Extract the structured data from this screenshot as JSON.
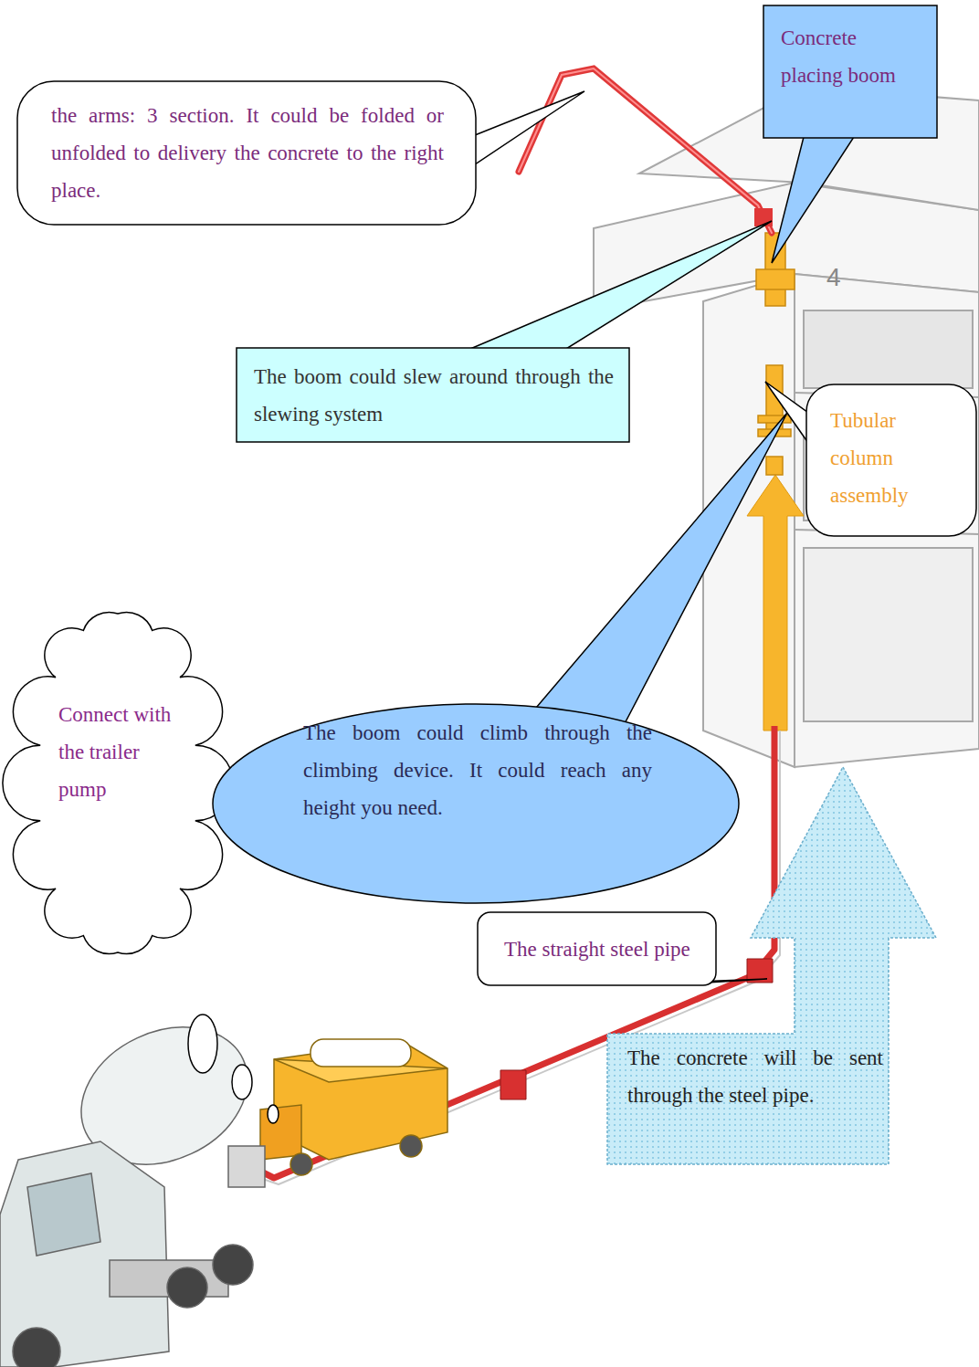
{
  "diagram": {
    "nodes": [
      {
        "text": [
          "the arms: 3 section. It could be folded or unfolded to delivery the concrete to the right place."
        ]
      },
      {
        "text": [
          "Concrete placing boom"
        ]
      },
      {
        "text": [
          "The boom could slew around through the slewing system"
        ]
      },
      {
        "text": [
          "Tubular column assembly"
        ]
      },
      {
        "text": [
          "Connect with the trailer pump"
        ]
      },
      {
        "text": [
          "The boom could climb through the climbing device. It could reach any height you need."
        ]
      },
      {
        "text": [
          "The straight steel pipe"
        ]
      },
      {
        "text": [
          "The concrete will be sent through the steel pipe."
        ]
      }
    ],
    "labels": [
      "4"
    ]
  }
}
